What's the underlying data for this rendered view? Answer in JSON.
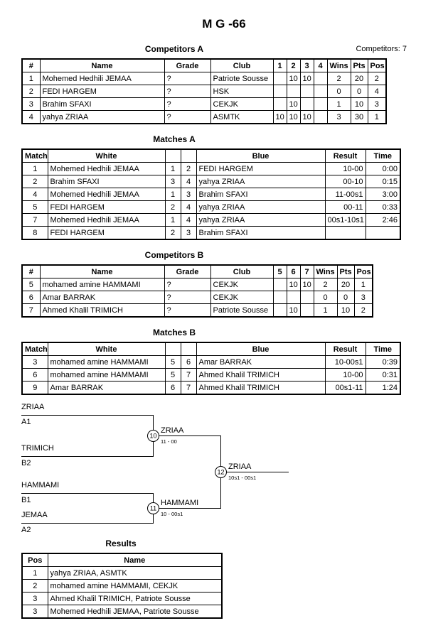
{
  "page": {
    "title": "M G -66",
    "competitors_count": "Competitors: 7"
  },
  "sections": {
    "competitors_a": "Competitors A",
    "matches_a": "Matches A",
    "competitors_b": "Competitors B",
    "matches_b": "Matches B",
    "results": "Results"
  },
  "competitors_a": {
    "headers": {
      "num": "#",
      "name": "Name",
      "grade": "Grade",
      "club": "Club",
      "o1": "1",
      "o2": "2",
      "o3": "3",
      "o4": "4",
      "wins": "Wins",
      "pts": "Pts",
      "pos": "Pos"
    },
    "rows": [
      {
        "num": "1",
        "name": "Mohemed Hedhili JEMAA",
        "grade": "?",
        "club": "Patriote Sousse",
        "o1": "",
        "o2": "10",
        "o3": "10",
        "o4": "",
        "wins": "2",
        "pts": "20",
        "pos": "2"
      },
      {
        "num": "2",
        "name": "FEDI HARGEM",
        "grade": "?",
        "club": "HSK",
        "o1": "",
        "o2": "",
        "o3": "",
        "o4": "",
        "wins": "0",
        "pts": "0",
        "pos": "4"
      },
      {
        "num": "3",
        "name": "Brahim SFAXI",
        "grade": "?",
        "club": "CEKJK",
        "o1": "",
        "o2": "10",
        "o3": "",
        "o4": "",
        "wins": "1",
        "pts": "10",
        "pos": "3"
      },
      {
        "num": "4",
        "name": "yahya ZRIAA",
        "grade": "?",
        "club": "ASMTK",
        "o1": "10",
        "o2": "10",
        "o3": "10",
        "o4": "",
        "wins": "3",
        "pts": "30",
        "pos": "1"
      }
    ]
  },
  "matches_a": {
    "headers": {
      "match": "Match",
      "white": "White",
      "blue": "Blue",
      "result": "Result",
      "time": "Time"
    },
    "rows": [
      {
        "match": "1",
        "white": "Mohemed Hedhili JEMAA",
        "white_num": "1",
        "blue_num": "2",
        "blue": "FEDI HARGEM",
        "result": "10-00",
        "time": "0:00"
      },
      {
        "match": "2",
        "white": "Brahim SFAXI",
        "white_num": "3",
        "blue_num": "4",
        "blue": "yahya ZRIAA",
        "result": "00-10",
        "time": "0:15"
      },
      {
        "match": "4",
        "white": "Mohemed Hedhili JEMAA",
        "white_num": "1",
        "blue_num": "3",
        "blue": "Brahim SFAXI",
        "result": "11-00s1",
        "time": "3:00"
      },
      {
        "match": "5",
        "white": "FEDI HARGEM",
        "white_num": "2",
        "blue_num": "4",
        "blue": "yahya ZRIAA",
        "result": "00-11",
        "time": "0:33"
      },
      {
        "match": "7",
        "white": "Mohemed Hedhili JEMAA",
        "white_num": "1",
        "blue_num": "4",
        "blue": "yahya ZRIAA",
        "result": "00s1-10s1",
        "time": "2:46"
      },
      {
        "match": "8",
        "white": "FEDI HARGEM",
        "white_num": "2",
        "blue_num": "3",
        "blue": "Brahim SFAXI",
        "result": "",
        "time": ""
      }
    ]
  },
  "competitors_b": {
    "headers": {
      "num": "#",
      "name": "Name",
      "grade": "Grade",
      "club": "Club",
      "o5": "5",
      "o6": "6",
      "o7": "7",
      "wins": "Wins",
      "pts": "Pts",
      "pos": "Pos"
    },
    "rows": [
      {
        "num": "5",
        "name": "mohamed amine HAMMAMI",
        "grade": "?",
        "club": "CEKJK",
        "o5": "",
        "o6": "10",
        "o7": "10",
        "wins": "2",
        "pts": "20",
        "pos": "1"
      },
      {
        "num": "6",
        "name": "Amar BARRAK",
        "grade": "?",
        "club": "CEKJK",
        "o5": "",
        "o6": "",
        "o7": "",
        "wins": "0",
        "pts": "0",
        "pos": "3"
      },
      {
        "num": "7",
        "name": "Ahmed Khalil TRIMICH",
        "grade": "?",
        "club": "Patriote Sousse",
        "o5": "",
        "o6": "10",
        "o7": "",
        "wins": "1",
        "pts": "10",
        "pos": "2"
      }
    ]
  },
  "matches_b": {
    "headers": {
      "match": "Match",
      "white": "White",
      "blue": "Blue",
      "result": "Result",
      "time": "Time"
    },
    "rows": [
      {
        "match": "3",
        "white": "mohamed amine HAMMAMI",
        "white_num": "5",
        "blue_num": "6",
        "blue": "Amar BARRAK",
        "result": "10-00s1",
        "time": "0:39"
      },
      {
        "match": "6",
        "white": "mohamed amine HAMMAMI",
        "white_num": "5",
        "blue_num": "7",
        "blue": "Ahmed Khalil TRIMICH",
        "result": "10-00",
        "time": "0:31"
      },
      {
        "match": "9",
        "white": "Amar BARRAK",
        "white_num": "6",
        "blue_num": "7",
        "blue": "Ahmed Khalil TRIMICH",
        "result": "00s1-11",
        "time": "1:24"
      }
    ]
  },
  "bracket": {
    "semi1": {
      "top_name": "ZRIAA",
      "top_seed": "A1",
      "bottom_name": "TRIMICH",
      "bottom_seed": "B2",
      "node": "10",
      "winner": "ZRIAA",
      "score": "11 - 00"
    },
    "semi2": {
      "top_name": "HAMMAMI",
      "top_seed": "B1",
      "bottom_name": "JEMAA",
      "bottom_seed": "A2",
      "node": "11",
      "winner": "HAMMAMI",
      "score": "10 - 00s1"
    },
    "final": {
      "node": "12",
      "winner": "ZRIAA",
      "score": "10s1 - 00s1"
    }
  },
  "results": {
    "headers": {
      "pos": "Pos",
      "name": "Name"
    },
    "rows": [
      {
        "pos": "1",
        "name": "yahya ZRIAA, ASMTK"
      },
      {
        "pos": "2",
        "name": "mohamed amine HAMMAMI, CEKJK"
      },
      {
        "pos": "3",
        "name": "Ahmed Khalil TRIMICH, Patriote Sousse"
      },
      {
        "pos": "3",
        "name": "Mohemed Hedhili JEMAA, Patriote Sousse"
      }
    ]
  }
}
